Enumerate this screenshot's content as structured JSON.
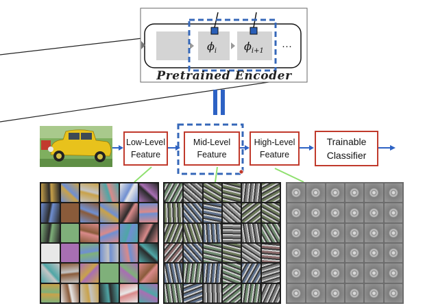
{
  "encoder": {
    "caption": "Pretrained Encoder",
    "phi_i": "ϕ",
    "phi_i_sub": "i",
    "phi_i1": "ϕ",
    "phi_i1_sub": "i+1",
    "ellipsis": "···"
  },
  "pipeline": {
    "low": [
      "Low-Level",
      "Feature"
    ],
    "mid": [
      "Mid-Level",
      "Feature"
    ],
    "high": [
      "High-Level",
      "Feature"
    ],
    "classifier": [
      "Trainable",
      "Classifier"
    ]
  },
  "colors": {
    "accent_red": "#c0392b",
    "arrow_blue": "#2d62c4",
    "highlight_dash": "#3567b8",
    "green_pointer": "#8fe06f",
    "marker_square": "#2a5fb8",
    "car_yellow": "#e8c21c"
  },
  "icons": [
    "car-photo",
    "filter-grid-low",
    "filter-grid-mid",
    "filter-grid-high"
  ]
}
